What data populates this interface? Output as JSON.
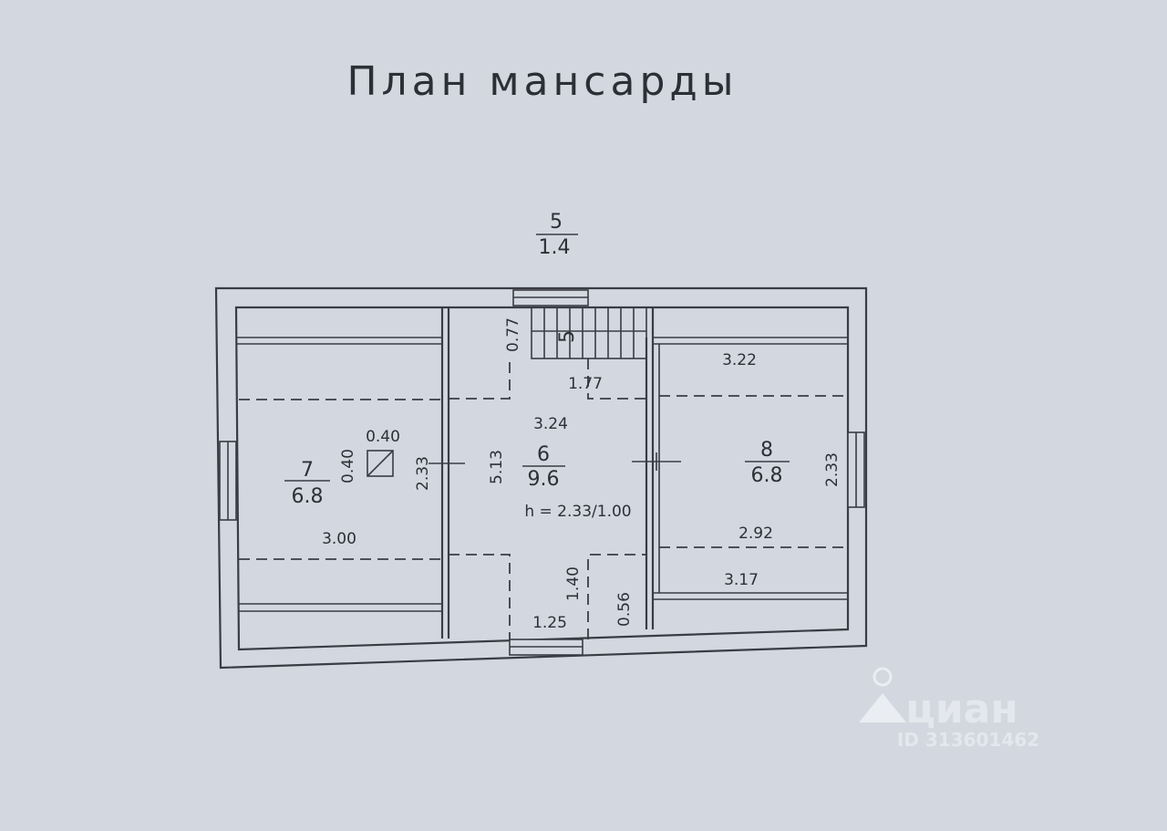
{
  "plan": {
    "title": "План мансарды",
    "rooms": [
      {
        "number": "5",
        "area": "1.4"
      },
      {
        "number": "6",
        "area": "9.6"
      },
      {
        "number": "7",
        "area": "6.8"
      },
      {
        "number": "8",
        "area": "6.8"
      }
    ],
    "dimensions": {
      "stair_depth": "0.77",
      "stair_width": "1.77",
      "hall_width": "3.24",
      "hall_length": "5.13",
      "ceiling_height": "h = 2.33/1.00",
      "shaft_size": "0.40",
      "shaft_size_vertical": "0.40",
      "room7_height": "2.33",
      "room7_width": "3.00",
      "room8_top_width": "3.22",
      "room8_height": "2.33",
      "room8_mid_width": "2.92",
      "room8_bottom_width": "3.17",
      "passage_length": "1.40",
      "passage_width": "1.25",
      "niche_depth": "0.56"
    },
    "stair_label": "5"
  },
  "watermark": {
    "brand": "циан",
    "id": "ID 313601462"
  },
  "colors": {
    "paper": "#d3d8e0",
    "ink": "#2d2f36",
    "watermark": "#f2f4f8"
  }
}
